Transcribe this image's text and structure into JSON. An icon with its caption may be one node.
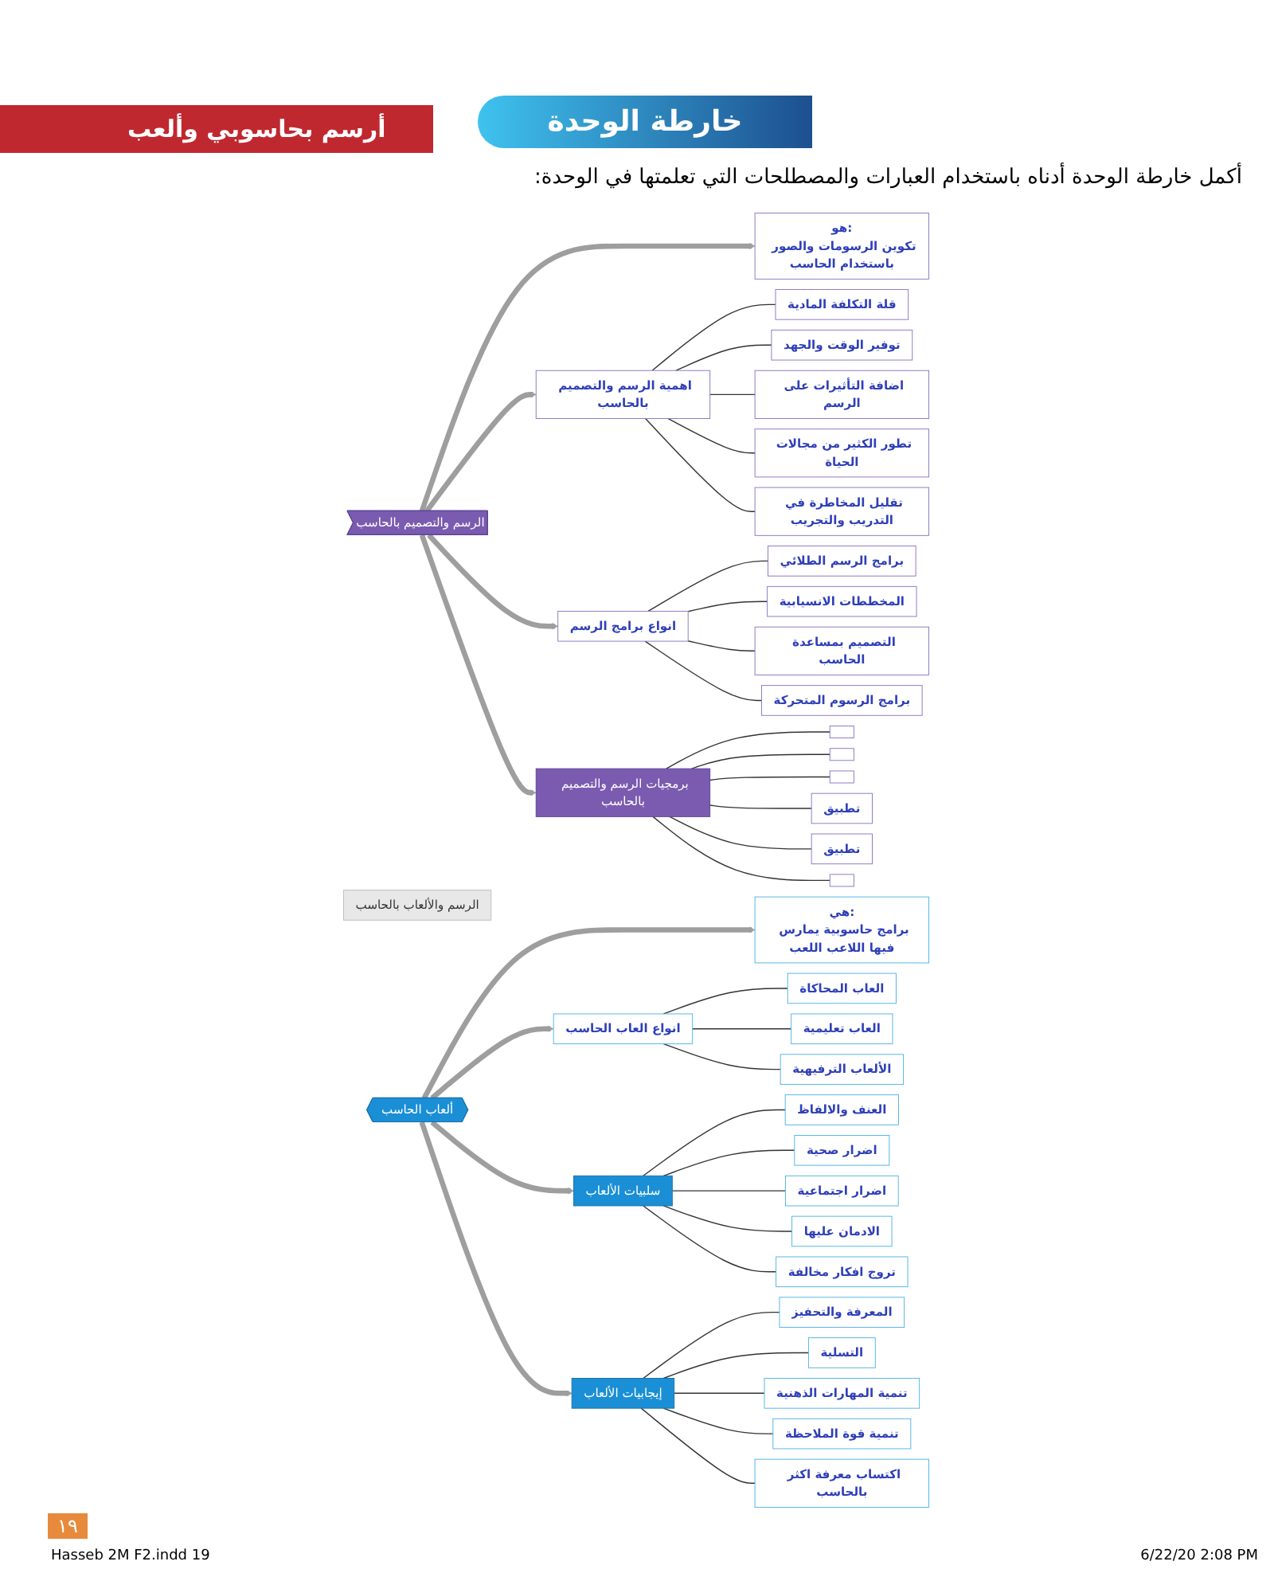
{
  "diagram": {
    "title": "خارطة الوحدة",
    "nodes": [
      {
        "text": [
          "هو:",
          "تكوين الرسومات والصور باستخدام الحاسب"
        ]
      },
      {
        "text": [
          "هي:",
          "برامج حاسوبية يمارس فيها اللاعب اللعب"
        ]
      },
      {
        "text": [
          "اهمية الرسم والتصميم بالحاسب"
        ]
      },
      {
        "text": [
          "قلة التكلفة المادية"
        ]
      },
      {
        "text": [
          "توفير الوقت والجهد"
        ]
      },
      {
        "text": [
          "اضافة التأثيرات على الرسم"
        ]
      },
      {
        "text": [
          "تطور الكثير من مجالات الحياة"
        ]
      },
      {
        "text": [
          "تقليل المخاطرة في التدريب والتجريب"
        ]
      },
      {
        "text": [
          "انواع العاب الحاسب"
        ]
      },
      {
        "text": [
          "العاب المحاكاة"
        ]
      },
      {
        "text": [
          "العاب تعليمية"
        ]
      },
      {
        "text": [
          "الألعاب الترفيهية"
        ]
      },
      {
        "text": [
          "الرسم والتصميم بالحاسب"
        ]
      },
      {
        "text": [
          "الرسم والألعاب بالحاسب"
        ]
      },
      {
        "text": [
          "ألعاب الحاسب"
        ]
      },
      {
        "text": [
          "انواع برامج الرسم"
        ]
      },
      {
        "text": [
          "برامج الرسم الطلائي"
        ]
      },
      {
        "text": [
          "المخططات الانسيابية"
        ]
      },
      {
        "text": [
          "التصميم بمساعدة الحاسب"
        ]
      },
      {
        "text": [
          "برامج الرسوم المتحركة"
        ]
      },
      {
        "text": [
          "برمجيات الرسم والتصميم بالحاسب"
        ]
      },
      {
        "text": [],
        "shape": "box"
      },
      {
        "text": [],
        "shape": "box"
      },
      {
        "text": [],
        "shape": "box"
      },
      {
        "text": [
          "تطبيق"
        ]
      },
      {
        "text": [
          "تطبيق"
        ]
      },
      {
        "text": [],
        "shape": "box"
      },
      {
        "text": [
          "سلبيات الألعاب"
        ]
      },
      {
        "text": [
          "العنف والالفاظ"
        ]
      },
      {
        "text": [
          "اضرار صحية"
        ]
      },
      {
        "text": [
          "اضرار اجتماعية"
        ]
      },
      {
        "text": [
          "الادمان عليها"
        ]
      },
      {
        "text": [
          "تروج افكار مخالفة"
        ]
      },
      {
        "text": [
          "إيجابيات الألعاب"
        ]
      },
      {
        "text": [
          "المعرفة والتحفيز"
        ]
      },
      {
        "text": [
          "التسلية"
        ]
      },
      {
        "text": [
          "تنمية المهارات الذهنية"
        ]
      },
      {
        "text": [
          "تنمية قوة الملاحظة"
        ]
      },
      {
        "text": [
          "اكتساب معرفة اكثر بالحاسب"
        ]
      }
    ],
    "edges": [
      {
        "from": 12,
        "to": 0,
        "arrow": "to",
        "style": "thick",
        "color": "#9e9e9e"
      },
      {
        "from": 12,
        "to": 2,
        "arrow": "to",
        "style": "thick",
        "color": "#9e9e9e"
      },
      {
        "from": 14,
        "to": 1,
        "arrow": "to",
        "style": "thick",
        "color": "#9e9e9e"
      },
      {
        "from": 14,
        "to": 8,
        "arrow": "to",
        "style": "thick",
        "color": "#9e9e9e"
      },
      {
        "from": 12,
        "to": 15,
        "arrow": "to",
        "style": "thick",
        "color": "#9e9e9e"
      },
      {
        "from": 12,
        "to": 20,
        "arrow": "to",
        "style": "thick",
        "color": "#9e9e9e"
      },
      {
        "from": 14,
        "to": 27,
        "arrow": "to",
        "style": "thick",
        "color": "#9e9e9e"
      },
      {
        "from": 14,
        "to": 33,
        "arrow": "to",
        "style": "thick",
        "color": "#9e9e9e"
      },
      {
        "from": 2,
        "to": 3,
        "arrow": "none"
      },
      {
        "from": 2,
        "to": 4,
        "arrow": "none"
      },
      {
        "from": 2,
        "to": 5,
        "arrow": "none"
      },
      {
        "from": 2,
        "to": 6,
        "arrow": "none"
      },
      {
        "from": 2,
        "to": 7,
        "arrow": "none"
      },
      {
        "from": 8,
        "to": 9,
        "arrow": "none"
      },
      {
        "from": 8,
        "to": 10,
        "arrow": "none"
      },
      {
        "from": 8,
        "to": 11,
        "arrow": "none"
      },
      {
        "from": 15,
        "to": 16,
        "arrow": "none"
      },
      {
        "from": 15,
        "to": 17,
        "arrow": "none"
      },
      {
        "from": 15,
        "to": 18,
        "arrow": "none"
      },
      {
        "from": 15,
        "to": 19,
        "arrow": "none"
      },
      {
        "from": 20,
        "to": 21,
        "arrow": "none"
      },
      {
        "from": 20,
        "to": 22,
        "arrow": "none"
      },
      {
        "from": 20,
        "to": 23,
        "arrow": "none"
      },
      {
        "from": 20,
        "to": 24,
        "arrow": "none"
      },
      {
        "from": 20,
        "to": 25,
        "arrow": "none"
      },
      {
        "from": 20,
        "to": 26,
        "arrow": "none"
      },
      {
        "from": 27,
        "to": 28,
        "arrow": "none"
      },
      {
        "from": 27,
        "to": 29,
        "arrow": "none"
      },
      {
        "from": 27,
        "to": 30,
        "arrow": "none"
      },
      {
        "from": 27,
        "to": 31,
        "arrow": "none"
      },
      {
        "from": 27,
        "to": 32,
        "arrow": "none"
      },
      {
        "from": 33,
        "to": 34,
        "arrow": "none"
      },
      {
        "from": 33,
        "to": 35,
        "arrow": "none"
      },
      {
        "from": 33,
        "to": 36,
        "arrow": "none"
      },
      {
        "from": 33,
        "to": 37,
        "arrow": "none"
      },
      {
        "from": 33,
        "to": 38,
        "arrow": "none"
      }
    ],
    "labels": [
      "أرسم بحاسوبي وألعب",
      "أكمل خارطة الوحدة أدناه باستخدام العبارات والمصطلحات التي تعلمتها في الوحدة:",
      "١٩",
      "Hasseb 2M F2.indd 19",
      "6/22/20 2:08 PM"
    ]
  }
}
